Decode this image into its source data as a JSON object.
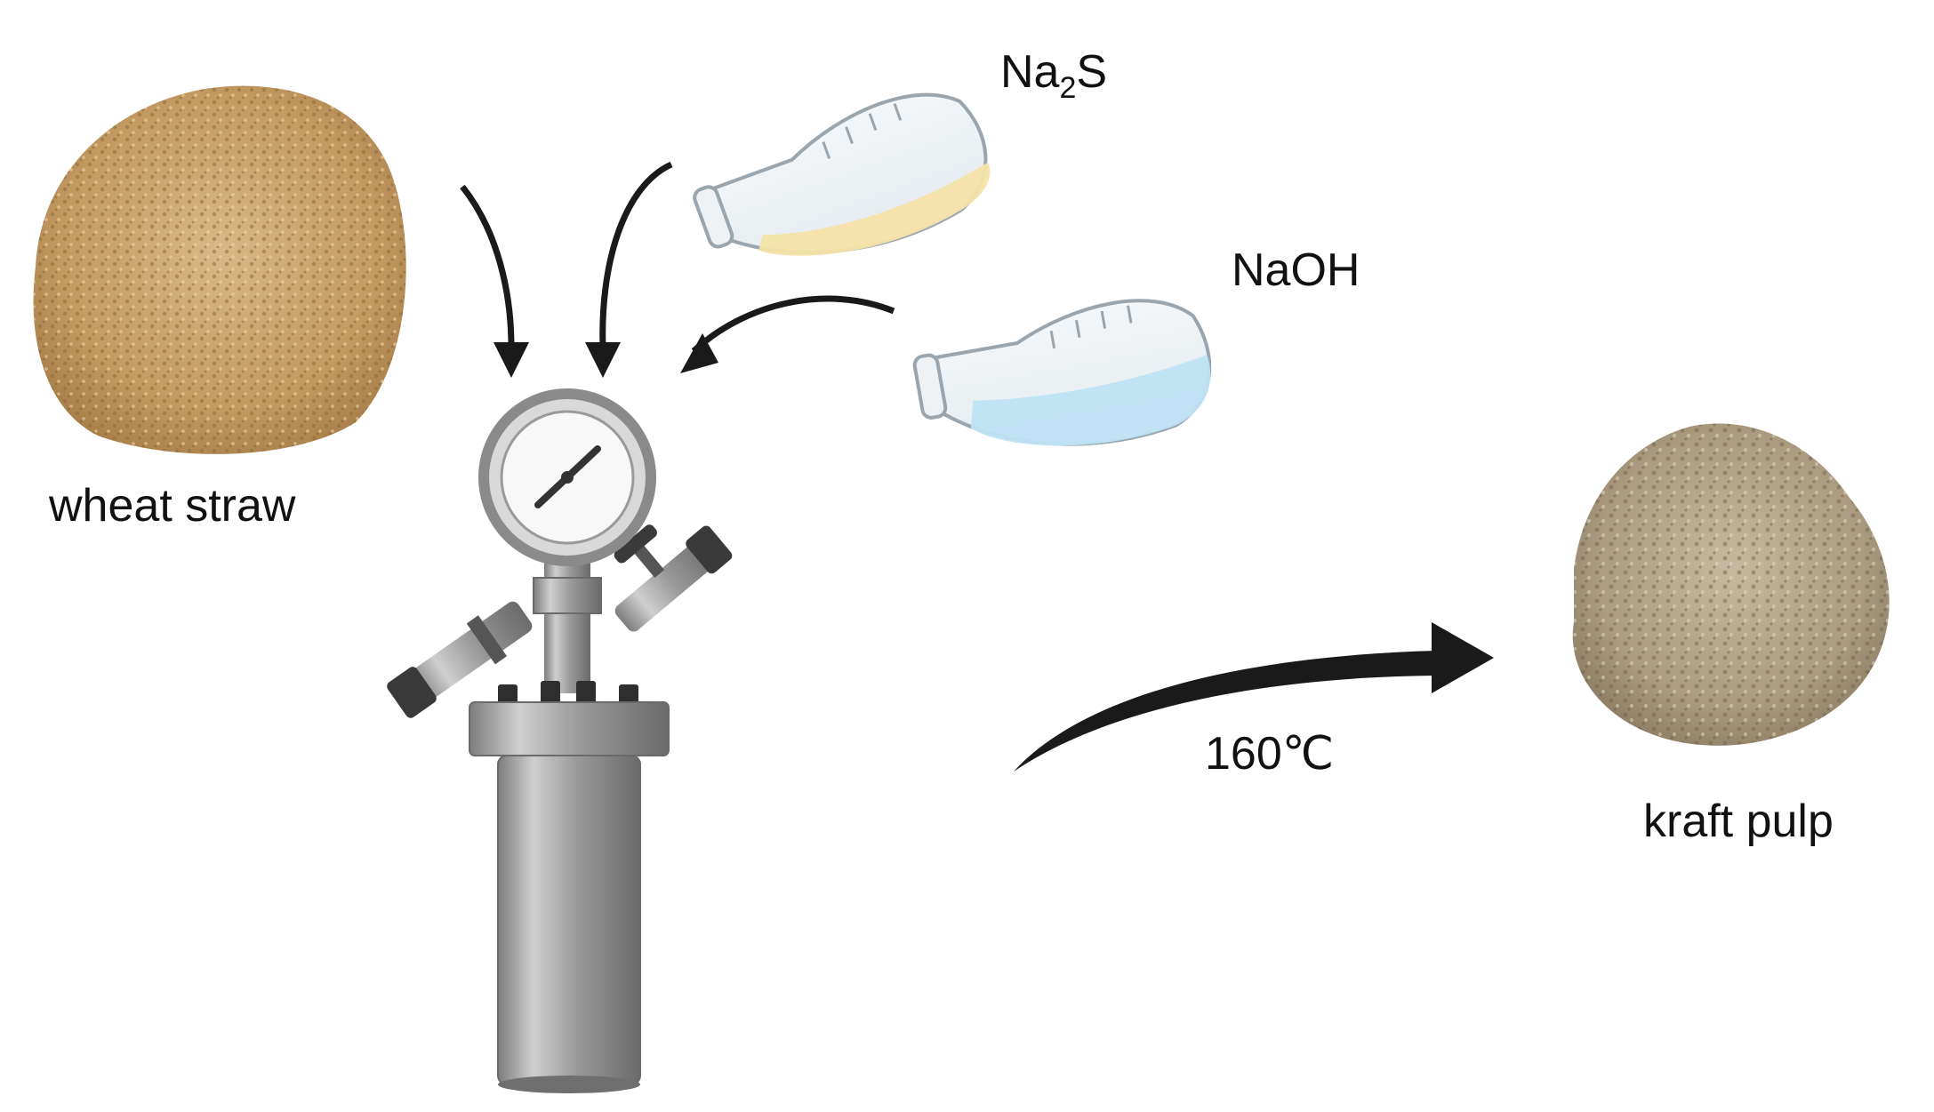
{
  "labels": {
    "wheat_straw": "wheat straw",
    "kraft_pulp": "kraft pulp",
    "na2s_main": "Na",
    "na2s_sub": "2",
    "na2s_tail": "S",
    "naoh": "NaOH",
    "temperature": "160℃"
  },
  "colors": {
    "wheat_straw": "#c9a36e",
    "kraft_pulp": "#b2a48a",
    "na2s_solution": "#f6e2a8",
    "naoh_solution": "#bfe3f4",
    "arrow": "#1a1a1a",
    "reactor_steel": "#a9a9a9"
  },
  "icons": [
    "reactor-icon",
    "pressure-gauge-icon",
    "flask-icon",
    "pile-icon"
  ]
}
